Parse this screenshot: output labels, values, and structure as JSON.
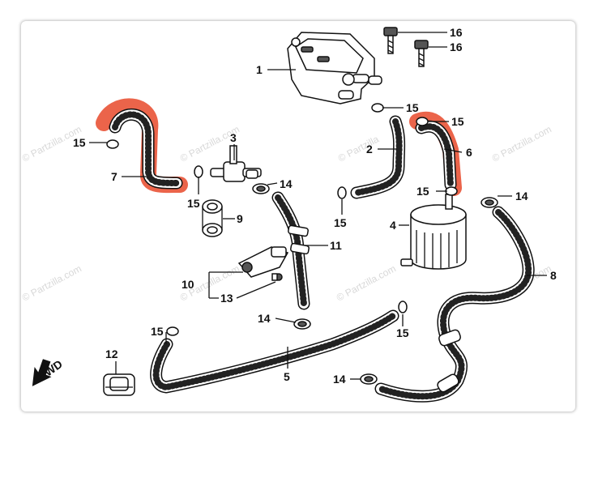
{
  "watermark": {
    "text": "© Partzilla.com",
    "short": "© Partzilla"
  },
  "direction_label": "FWD",
  "highlight_color": "#e8492a",
  "callouts": {
    "p1": "1",
    "p2": "2",
    "p3": "3",
    "p4": "4",
    "p5": "5",
    "p6": "6",
    "p7": "7",
    "p8": "8",
    "p9": "9",
    "p10": "10",
    "p11": "11",
    "p12": "12",
    "p13": "13",
    "p14": "14",
    "p15": "15",
    "p16": "16"
  },
  "highlighted_parts": [
    "7",
    "6"
  ]
}
